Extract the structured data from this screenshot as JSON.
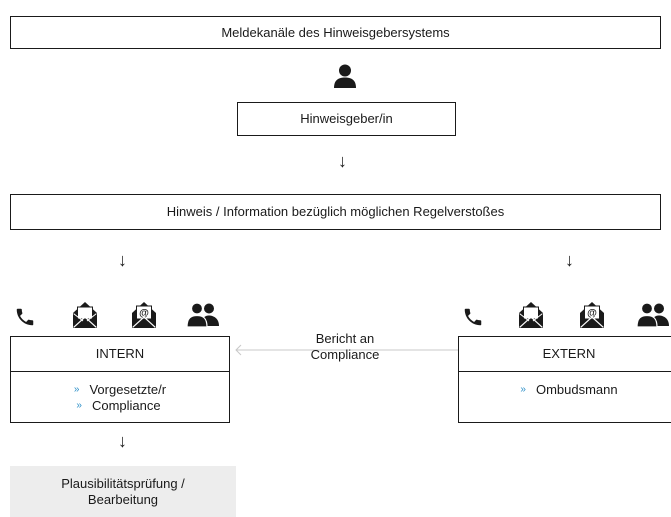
{
  "title": "Meldekanäle des Hinweisgebersystems",
  "whistleblower": "Hinweisgeber/in",
  "information": "Hinweis / Information bezüglich möglichen Regelverstoßes",
  "report_note_line1": "Bericht an",
  "report_note_line2": "Compliance",
  "internal": {
    "title": "INTERN",
    "items": [
      "Vorgesetzte/r",
      "Compliance"
    ]
  },
  "external": {
    "title": "EXTERN",
    "items": [
      "Ombudsmann"
    ]
  },
  "plausibility_line1": "Plausibilitätsprüfung /",
  "plausibility_line2": "Bearbeitung",
  "bullet_symbol": "»",
  "arrow_symbol": "↓",
  "colors": {
    "bullet": "#2b8fc8",
    "connector": "#c8c8c8",
    "panel": "#ededed"
  },
  "channel_icons": [
    "phone-icon",
    "envelope-icon",
    "email-at-icon",
    "people-icon"
  ]
}
